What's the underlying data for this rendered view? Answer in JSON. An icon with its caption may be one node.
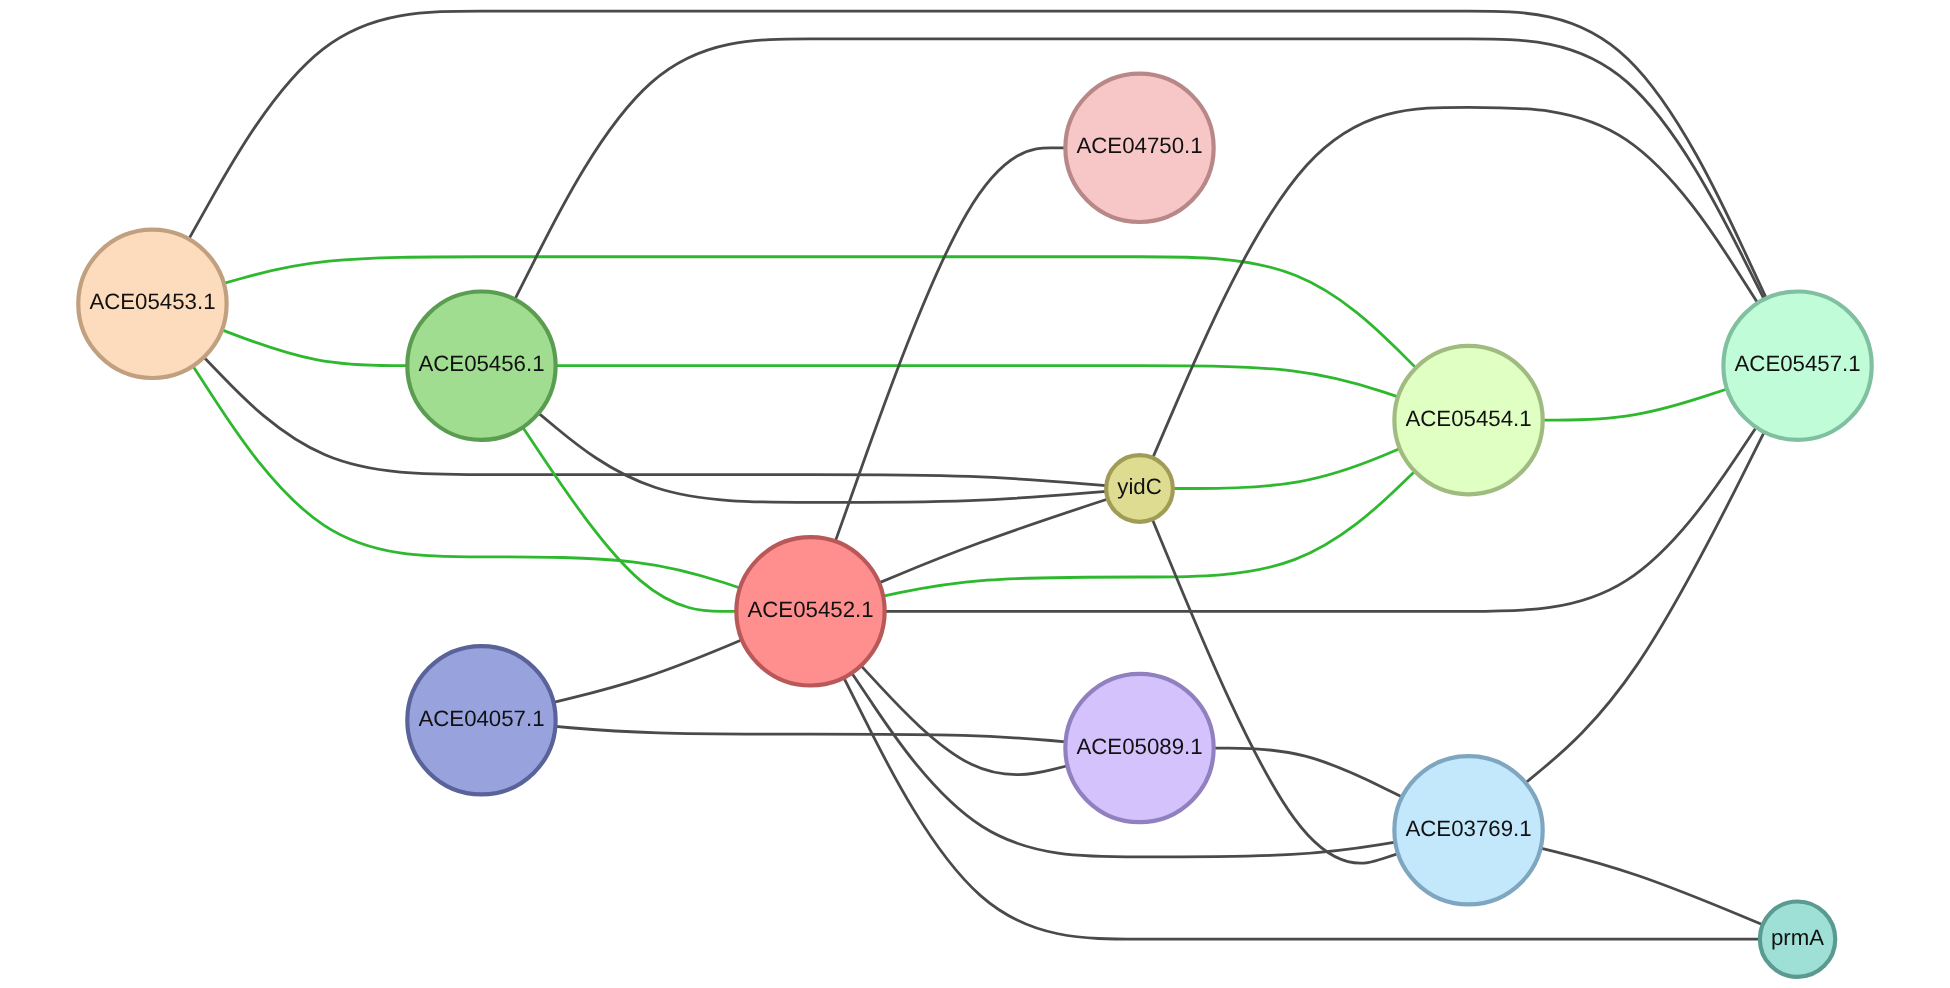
{
  "diagram": {
    "nodes": [
      {
        "text": [
          "ACE05453.1"
        ]
      },
      {
        "text": [
          "ACE05456.1"
        ]
      },
      {
        "text": [
          "yidC"
        ]
      },
      {
        "text": [
          "ACE04057.1"
        ]
      },
      {
        "text": [
          "ACE05454.1"
        ]
      },
      {
        "text": [
          "ACE05452.1"
        ]
      },
      {
        "text": [
          "ACE05457.1"
        ]
      },
      {
        "text": [
          "ACE05089.1"
        ]
      },
      {
        "text": [
          "ACE03769.1"
        ]
      },
      {
        "text": [
          "prmA"
        ]
      },
      {
        "text": [
          "ACE04750.1"
        ]
      }
    ],
    "edges": [
      {
        "from": 0,
        "to": 1,
        "arrow": "none",
        "color": "#2eb82e"
      },
      {
        "from": 0,
        "to": 2,
        "arrow": "none"
      },
      {
        "from": 0,
        "to": 4,
        "arrow": "none",
        "color": "#2eb82e"
      },
      {
        "from": 0,
        "to": 5,
        "arrow": "none",
        "color": "#2eb82e"
      },
      {
        "from": 0,
        "to": 6,
        "arrow": "none"
      },
      {
        "from": 1,
        "to": 2,
        "arrow": "none"
      },
      {
        "from": 1,
        "to": 4,
        "arrow": "none",
        "color": "#2eb82e"
      },
      {
        "from": 1,
        "to": 5,
        "arrow": "none",
        "color": "#2eb82e"
      },
      {
        "from": 1,
        "to": 6,
        "arrow": "none"
      },
      {
        "from": 2,
        "to": 4,
        "arrow": "none",
        "color": "#2eb82e"
      },
      {
        "from": 5,
        "to": 2,
        "arrow": "none"
      },
      {
        "from": 2,
        "to": 6,
        "arrow": "none"
      },
      {
        "from": 5,
        "to": 4,
        "arrow": "none",
        "color": "#2eb82e"
      },
      {
        "from": 4,
        "to": 6,
        "arrow": "none",
        "color": "#2eb82e"
      },
      {
        "from": 5,
        "to": 6,
        "arrow": "none"
      },
      {
        "from": 3,
        "to": 5,
        "arrow": "none"
      },
      {
        "from": 3,
        "to": 7,
        "arrow": "none"
      },
      {
        "from": 5,
        "to": 7,
        "arrow": "none"
      },
      {
        "from": 7,
        "to": 8,
        "arrow": "none"
      },
      {
        "from": 5,
        "to": 8,
        "arrow": "none"
      },
      {
        "from": 2,
        "to": 8,
        "arrow": "none"
      },
      {
        "from": 8,
        "to": 6,
        "arrow": "none"
      },
      {
        "from": 8,
        "to": 9,
        "arrow": "none"
      },
      {
        "from": 5,
        "to": 9,
        "arrow": "none"
      },
      {
        "from": 5,
        "to": 10,
        "arrow": "none"
      }
    ]
  }
}
